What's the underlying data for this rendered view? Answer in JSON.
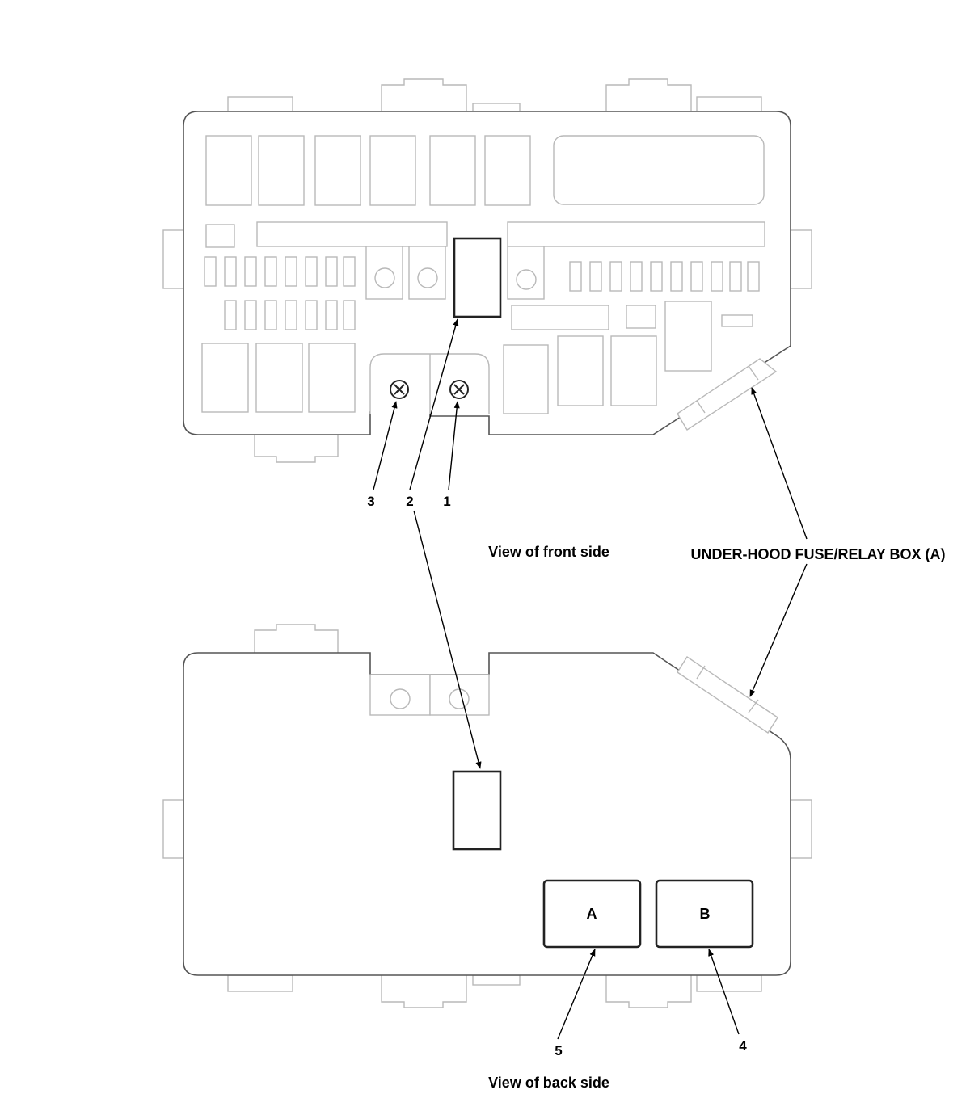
{
  "front_view": {
    "caption": "View of front side",
    "callouts": {
      "c1": "1",
      "c2": "2",
      "c3": "3"
    }
  },
  "back_view": {
    "caption": "View of back side",
    "connector_a": "A",
    "connector_b": "B",
    "callouts": {
      "c4": "4",
      "c5": "5"
    }
  },
  "component_label": "UNDER-HOOD FUSE/RELAY BOX (A)",
  "colors": {
    "outline": "#555555",
    "detail": "#b9b9b9",
    "highlight": "#222222",
    "text": "#000000"
  }
}
